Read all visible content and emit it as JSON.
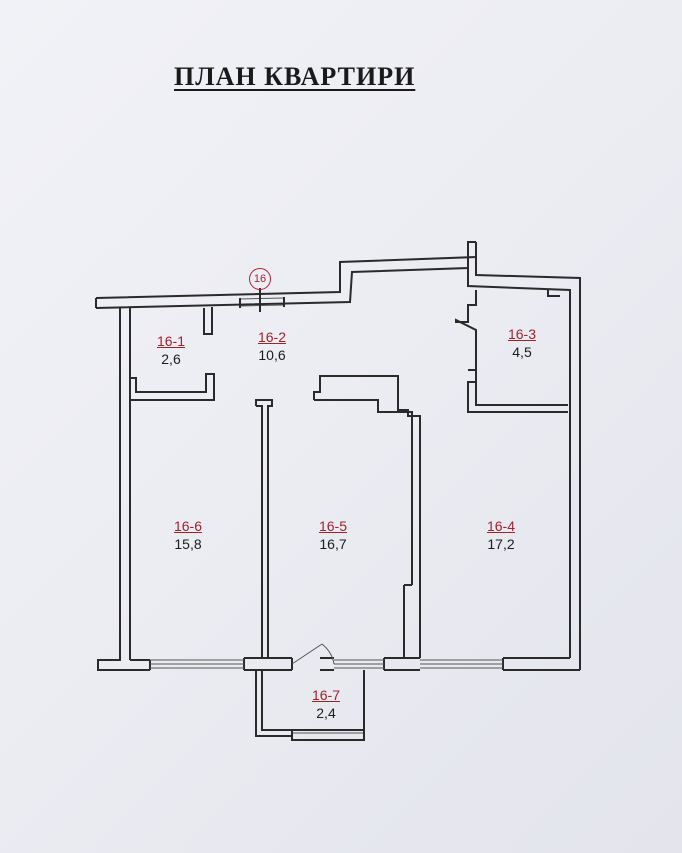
{
  "title": "ПЛАН КВАРТИРИ",
  "axis_marker": "16",
  "rooms": [
    {
      "code": "16-1",
      "area": "2,6"
    },
    {
      "code": "16-2",
      "area": "10,6"
    },
    {
      "code": "16-3",
      "area": "4,5"
    },
    {
      "code": "16-6",
      "area": "15,8"
    },
    {
      "code": "16-5",
      "area": "16,7"
    },
    {
      "code": "16-4",
      "area": "17,2"
    },
    {
      "code": "16-7",
      "area": "2,4"
    }
  ]
}
